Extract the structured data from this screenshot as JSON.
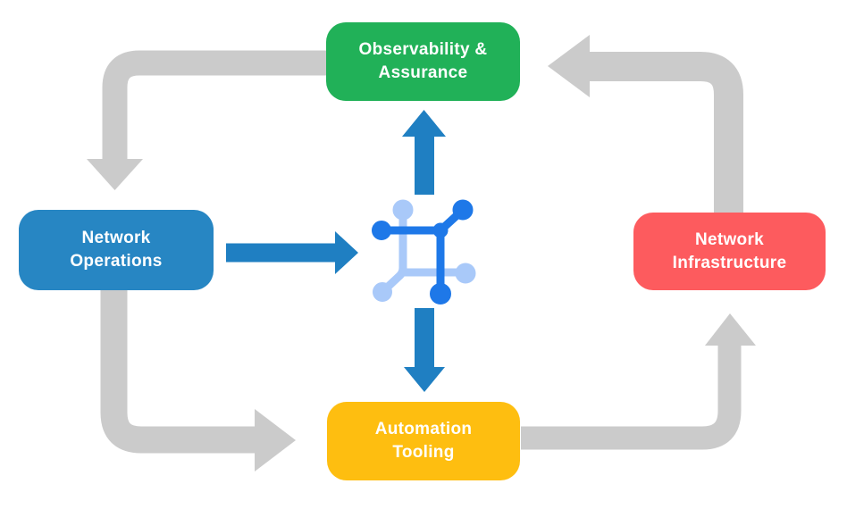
{
  "diagram": {
    "description": "Network automation cycle diagram",
    "nodes": {
      "observability": {
        "label": [
          "Observability &",
          "Assurance"
        ],
        "color": "#21B158"
      },
      "operations": {
        "label": [
          "Network",
          "Operations"
        ],
        "color": "#2786C3"
      },
      "infrastructure": {
        "label": [
          "Network",
          "Infrastructure"
        ],
        "color": "#FD5B5E"
      },
      "automation": {
        "label": [
          "Automation",
          "Tooling"
        ],
        "color": "#FEBE10"
      }
    },
    "colors": {
      "arrow_gray": "#CBCBCB",
      "arrow_blue": "#1F7FC2",
      "icon_dark": "#1E78E8",
      "icon_light": "#A9C9F9",
      "text": "#FFFFFF",
      "background": "#FFFFFF"
    },
    "icons": {
      "hub": "network-automation-hub-icon"
    },
    "flows": {
      "gray_cycle": [
        "observability-to-operations",
        "operations-to-automation",
        "automation-to-infrastructure",
        "infrastructure-to-observability"
      ],
      "blue_links": [
        "operations-to-hub",
        "hub-to-observability",
        "hub-to-automation"
      ]
    }
  }
}
